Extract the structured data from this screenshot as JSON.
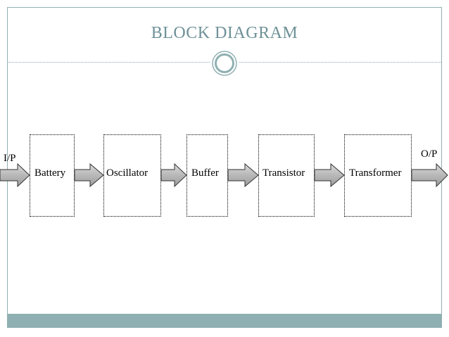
{
  "slide": {
    "title": "BLOCK DIAGRAM",
    "accent_color": "#8fb0b2",
    "title_color": "#6e9197",
    "ornament_icon": "ring-ornament"
  },
  "diagram": {
    "input_label": "I/P",
    "output_label": "O/P",
    "blocks": [
      "Battery",
      "Oscillator",
      "Buffer",
      "Transistor",
      "Transformer"
    ],
    "arrow_icon": "right-arrow"
  }
}
